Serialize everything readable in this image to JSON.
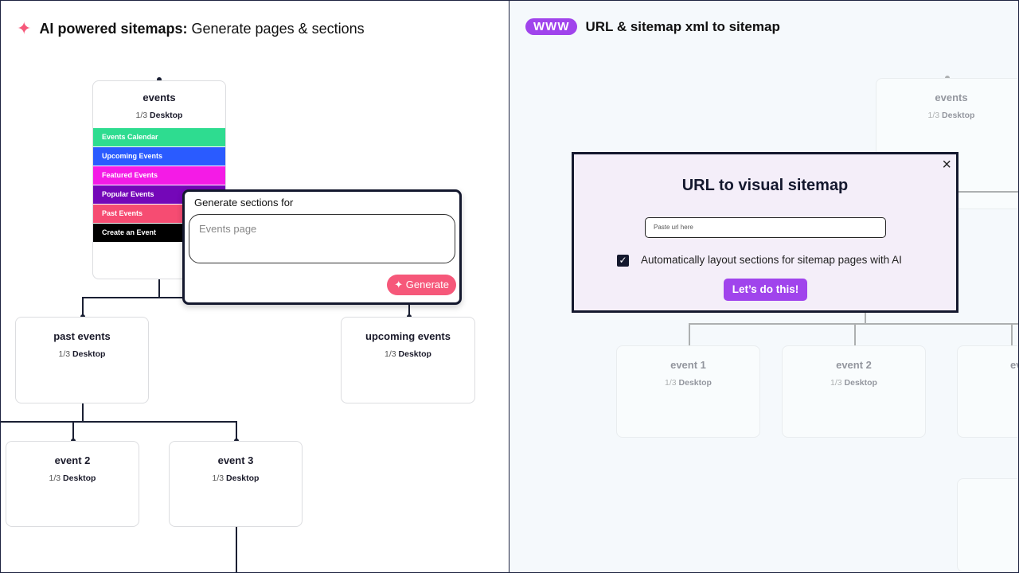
{
  "left": {
    "title_bold": "AI powered sitemaps:",
    "title_rest": "Generate pages & sections",
    "events_node": {
      "title": "events",
      "count": "1/3",
      "device": "Desktop",
      "sections": [
        {
          "label": "Events Calendar",
          "color": "#2edc90"
        },
        {
          "label": "Upcoming Events",
          "color": "#2a5bff"
        },
        {
          "label": "Featured Events",
          "color": "#f41be6"
        },
        {
          "label": "Popular Events",
          "color": "#7407b8"
        },
        {
          "label": "Past Events",
          "color": "#f64c72"
        },
        {
          "label": "Create an Event",
          "color": "#000000"
        }
      ]
    },
    "nodes": [
      {
        "title": "past events",
        "count": "1/3",
        "device": "Desktop"
      },
      {
        "title": "upcoming events",
        "count": "1/3",
        "device": "Desktop"
      },
      {
        "title": "event 2",
        "count": "1/3",
        "device": "Desktop"
      },
      {
        "title": "event 3",
        "count": "1/3",
        "device": "Desktop"
      }
    ],
    "popover": {
      "label": "Generate sections for",
      "input_value": "Events page",
      "button": "Generate"
    }
  },
  "right": {
    "badge": "WWW",
    "title": "URL & sitemap xml to sitemap",
    "nodes": [
      {
        "title": "events",
        "count": "1/3",
        "device": "Desktop"
      },
      {
        "title": "event 1",
        "count": "1/3",
        "device": "Desktop"
      },
      {
        "title": "event 2",
        "count": "1/3",
        "device": "Desktop"
      },
      {
        "title": "ev",
        "count": "",
        "device": ""
      }
    ],
    "modal": {
      "title": "URL to visual sitemap",
      "url_placeholder": "Paste url here",
      "checkbox_label": "Automatically layout sections for sitemap pages with AI",
      "checkbox_checked": true,
      "button": "Let’s do this!"
    }
  },
  "colors": {
    "accent_pink": "#f6587a",
    "accent_purple": "#a044ec",
    "dark": "#14182e"
  }
}
